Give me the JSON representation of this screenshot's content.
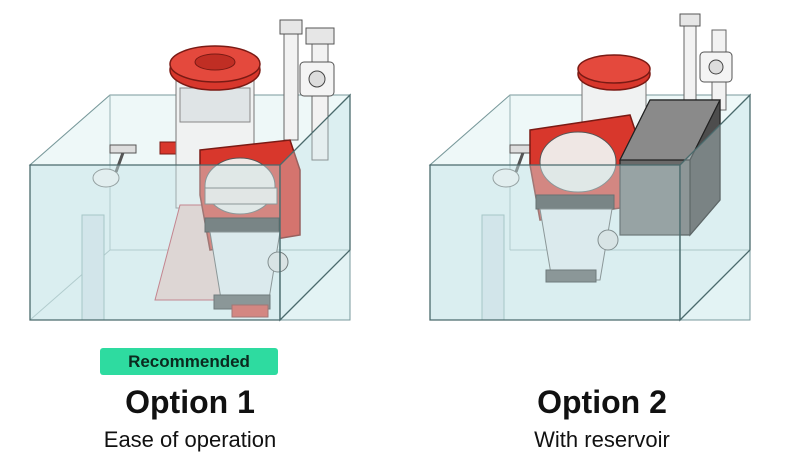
{
  "colors": {
    "accent_red": "#d8372c",
    "badge_green": "#2edba0",
    "glass": "#cfe8ea",
    "steel": "#e8e8e8",
    "reservoir": "#5c5c5c"
  },
  "options": [
    {
      "badge": "Recommended",
      "title": "Option 1",
      "subtitle": "Ease of operation"
    },
    {
      "badge": "",
      "title": "Option 2",
      "subtitle": "With reservoir"
    }
  ]
}
